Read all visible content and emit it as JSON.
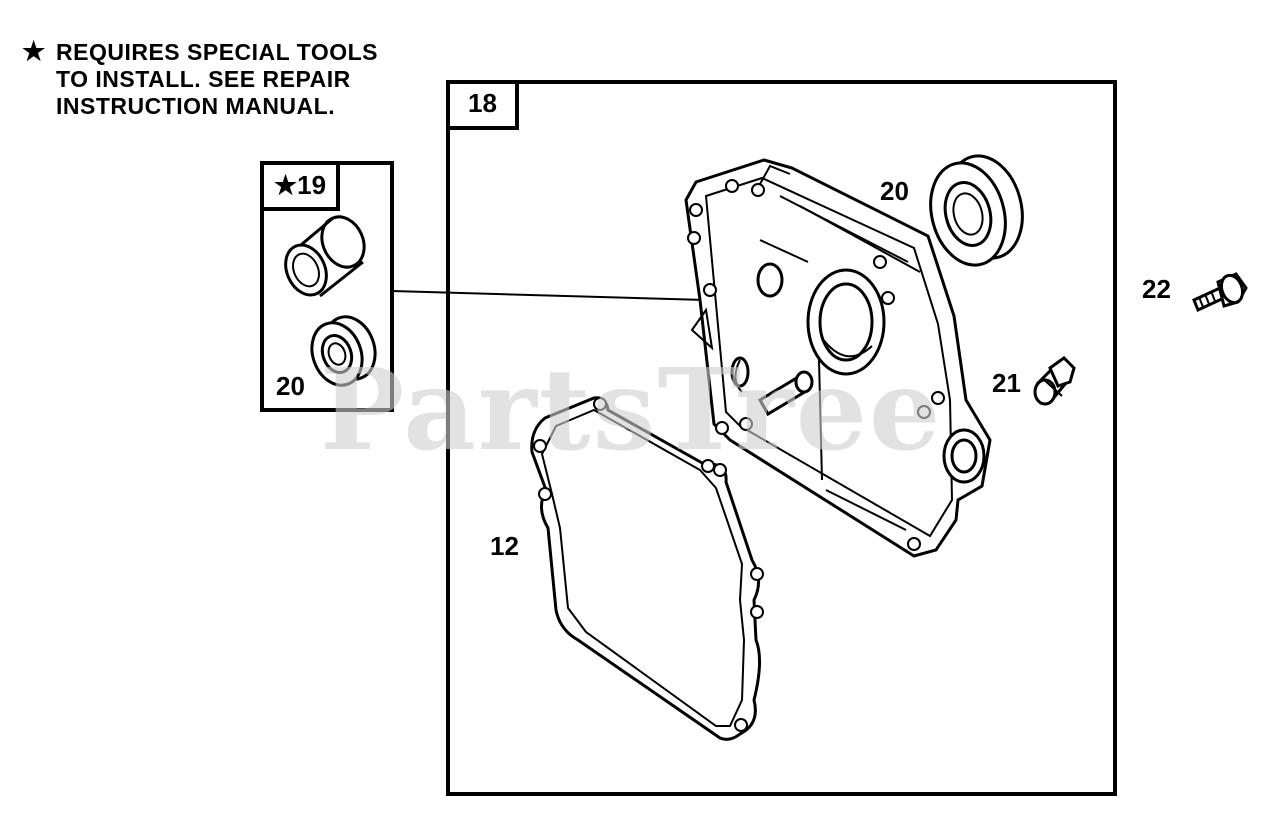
{
  "note": {
    "symbol": "★",
    "lines": [
      "REQUIRES SPECIAL TOOLS",
      "TO INSTALL.  SEE REPAIR",
      "INSTRUCTION MANUAL."
    ]
  },
  "watermark": "PartsTree",
  "box_main": {
    "label": "18"
  },
  "box_kit": {
    "label": "★19"
  },
  "callouts": {
    "c12": "12",
    "c20_main": "20",
    "c20_kit": "20",
    "c21": "21",
    "c22": "22"
  }
}
